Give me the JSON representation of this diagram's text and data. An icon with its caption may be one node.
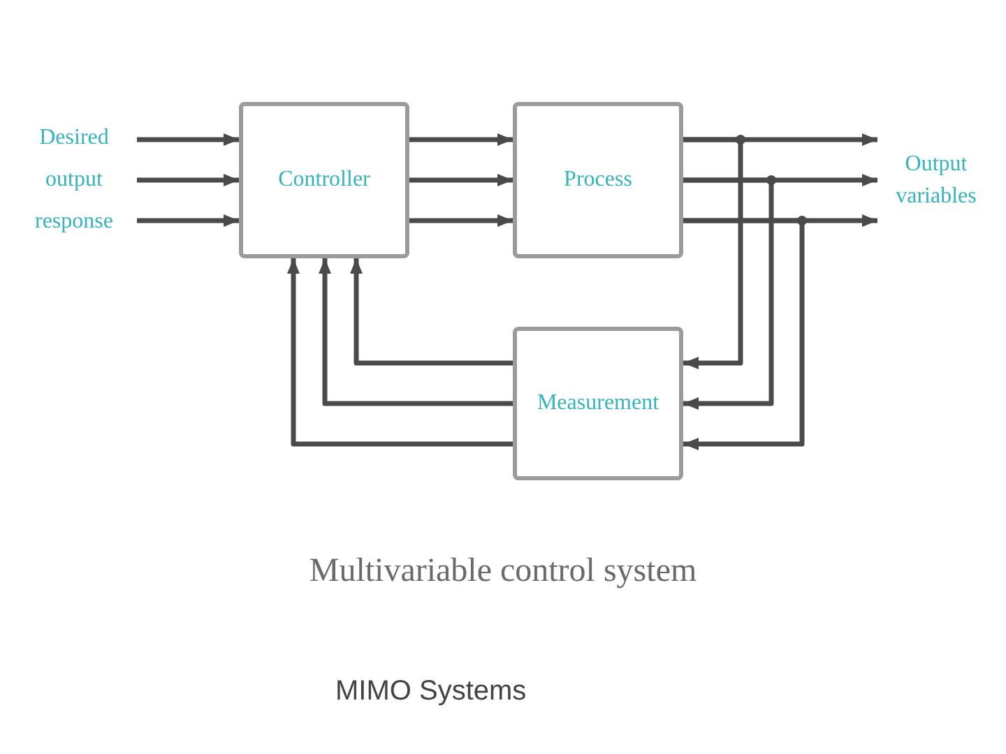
{
  "diagram": {
    "caption": "Multivariable control system",
    "nodes": [
      {
        "text": [
          "Desired output response"
        ]
      },
      {
        "text": [
          "Controller"
        ]
      },
      {
        "text": [
          "Process"
        ]
      },
      {
        "text": [
          "Output variables"
        ]
      },
      {
        "text": [
          "Measurement"
        ]
      }
    ],
    "edges": [
      {
        "from": 0,
        "to": 1,
        "arrow": "to"
      },
      {
        "from": 0,
        "to": 1,
        "arrow": "to"
      },
      {
        "from": 0,
        "to": 1,
        "arrow": "to"
      },
      {
        "from": 1,
        "to": 2,
        "arrow": "to"
      },
      {
        "from": 1,
        "to": 2,
        "arrow": "to"
      },
      {
        "from": 1,
        "to": 2,
        "arrow": "to"
      },
      {
        "from": 2,
        "to": 3,
        "arrow": "to"
      },
      {
        "from": 2,
        "to": 3,
        "arrow": "to"
      },
      {
        "from": 2,
        "to": 3,
        "arrow": "to"
      },
      {
        "from": 2,
        "to": 4,
        "arrow": "to"
      },
      {
        "from": 2,
        "to": 4,
        "arrow": "to"
      },
      {
        "from": 2,
        "to": 4,
        "arrow": "to"
      },
      {
        "from": 4,
        "to": 1,
        "arrow": "to"
      },
      {
        "from": 4,
        "to": 1,
        "arrow": "to"
      },
      {
        "from": 4,
        "to": 1,
        "arrow": "to"
      }
    ],
    "labels": [
      "MIMO Systems"
    ]
  }
}
